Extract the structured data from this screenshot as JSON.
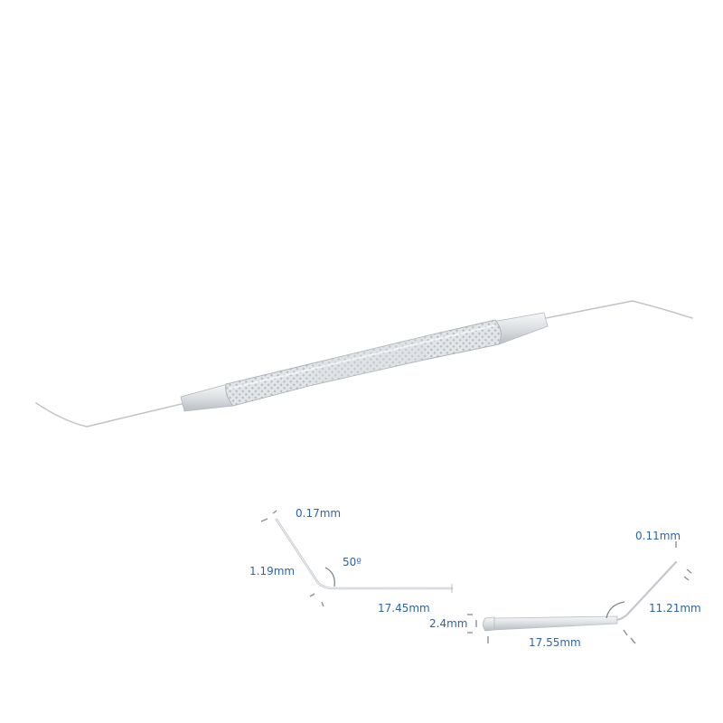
{
  "colors": {
    "steel_light": "#eef0f2",
    "steel_mid": "#c9cdd2",
    "steel_dark": "#9aa0a7",
    "dimension_text": "#2e63a8",
    "dimension_line": "#7a7f86"
  },
  "detail_left": {
    "tip_diameter": "0.17mm",
    "tip_length": "1.19mm",
    "bend_angle": "50º",
    "shaft_length": "17.45mm"
  },
  "detail_right": {
    "tip_diameter": "0.11mm",
    "tip_length": "11.21mm",
    "base_diameter": "2.4mm",
    "shaft_length": "17.55mm"
  }
}
